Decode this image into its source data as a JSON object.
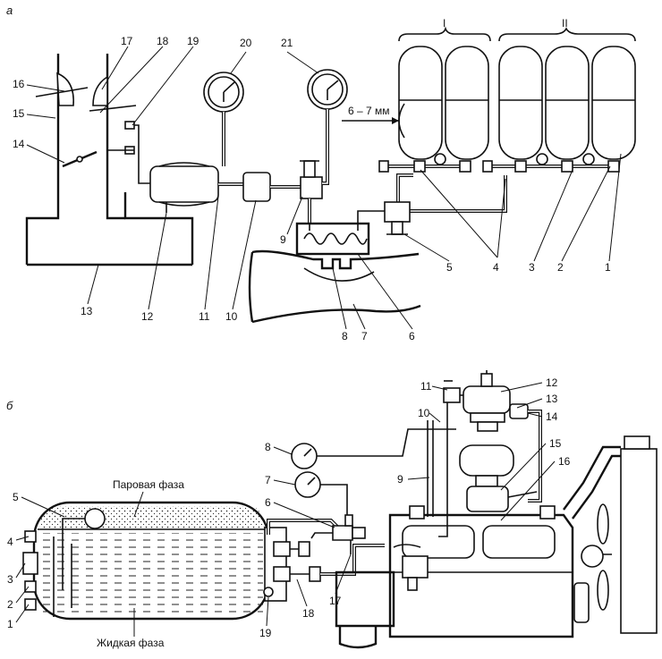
{
  "panels": {
    "a": {
      "letter": "а",
      "group_labels": [
        "I",
        "II"
      ],
      "dimension": "6 – 7 мм",
      "numbers": [
        "1",
        "2",
        "3",
        "4",
        "5",
        "6",
        "7",
        "8",
        "9",
        "10",
        "11",
        "12",
        "13",
        "14",
        "15",
        "16",
        "17",
        "18",
        "19",
        "20",
        "21"
      ]
    },
    "b": {
      "letter": "б",
      "vapor_phase": "Паровая фаза",
      "liquid_phase": "Жидкая фаза",
      "numbers": [
        "1",
        "2",
        "3",
        "4",
        "5",
        "6",
        "7",
        "8",
        "9",
        "10",
        "11",
        "12",
        "13",
        "14",
        "15",
        "16",
        "17",
        "18",
        "19"
      ]
    }
  }
}
